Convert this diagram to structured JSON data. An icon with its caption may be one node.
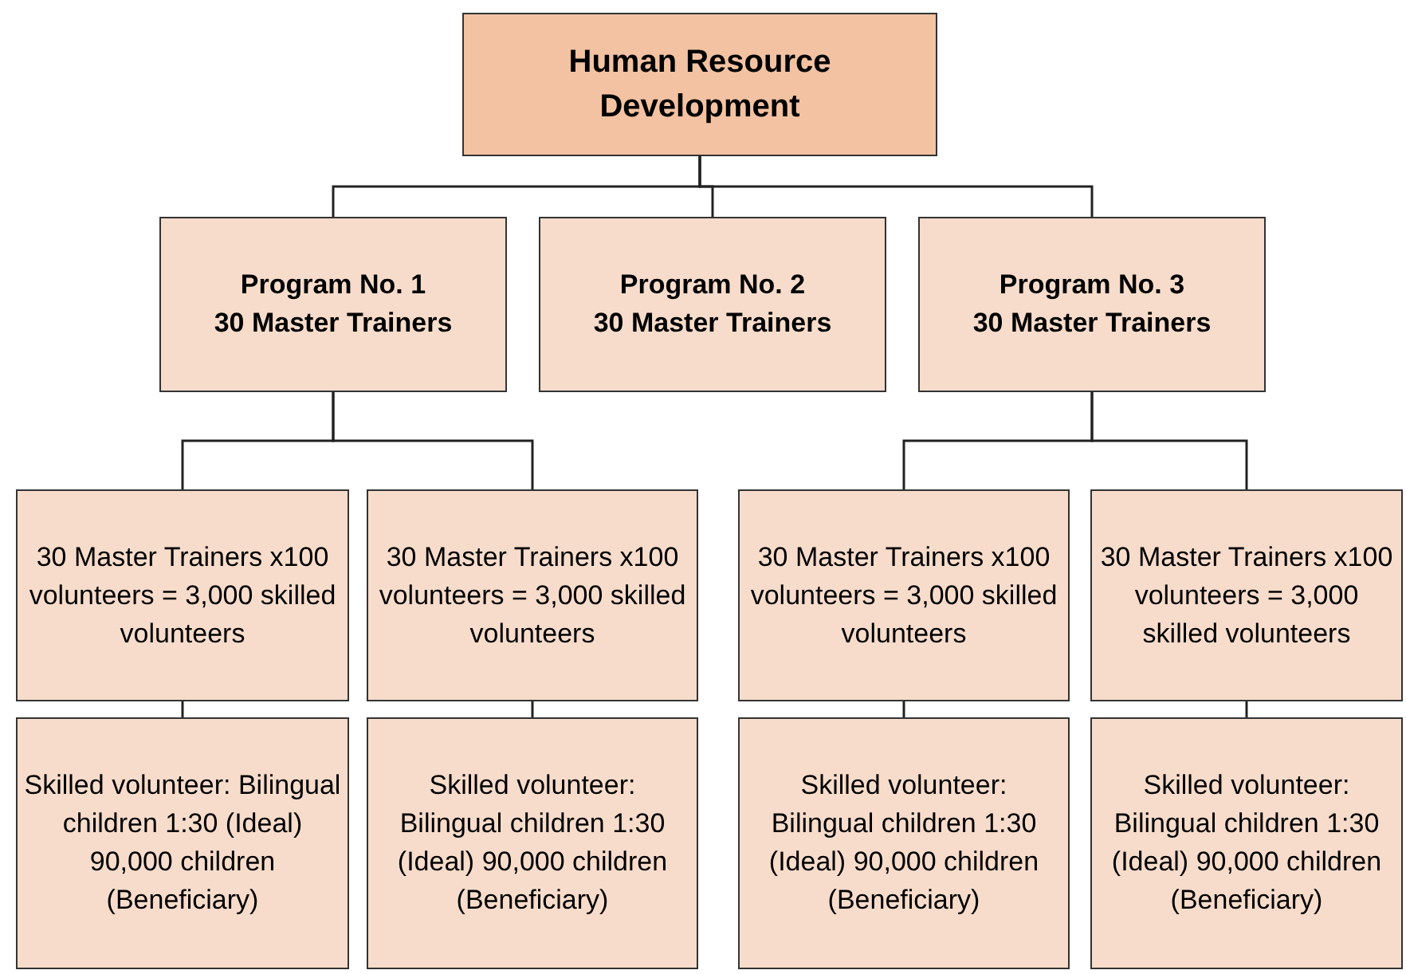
{
  "diagram": {
    "nodes": [
      {
        "text": [
          "Human Resource Development"
        ]
      },
      {
        "text": [
          "Program No. 1",
          "30 Master Trainers"
        ]
      },
      {
        "text": [
          "Program No. 2",
          "30 Master Trainers"
        ]
      },
      {
        "text": [
          "Program No. 3",
          "30 Master Trainers"
        ]
      },
      {
        "text": [
          "30 Master Trainers x100 volunteers = 3,000 skilled volunteers"
        ]
      },
      {
        "text": [
          "30 Master Trainers x100 volunteers = 3,000 skilled volunteers"
        ]
      },
      {
        "text": [
          "30 Master Trainers x100 volunteers = 3,000 skilled volunteers"
        ]
      },
      {
        "text": [
          "30 Master Trainers x100 volunteers = 3,000 skilled volunteers"
        ]
      },
      {
        "text": [
          "Skilled volunteer: Bilingual children 1:30 (Ideal) 90,000 children (Beneficiary)"
        ]
      },
      {
        "text": [
          "Skilled volunteer: Bilingual children 1:30 (Ideal) 90,000 children (Beneficiary)"
        ]
      },
      {
        "text": [
          "Skilled volunteer: Bilingual children 1:30 (Ideal) 90,000 children (Beneficiary)"
        ]
      },
      {
        "text": [
          "Skilled volunteer: Bilingual children 1:30 (Ideal) 90,000 children (Beneficiary)"
        ]
      }
    ],
    "edges": [
      {
        "from": 0,
        "to": 1,
        "arrow": "none"
      },
      {
        "from": 0,
        "to": 2,
        "arrow": "none"
      },
      {
        "from": 0,
        "to": 3,
        "arrow": "none"
      },
      {
        "from": 1,
        "to": 4,
        "arrow": "none"
      },
      {
        "from": 1,
        "to": 5,
        "arrow": "none"
      },
      {
        "from": 3,
        "to": 6,
        "arrow": "none"
      },
      {
        "from": 3,
        "to": 7,
        "arrow": "none"
      },
      {
        "from": 4,
        "to": 8,
        "arrow": "none"
      },
      {
        "from": 5,
        "to": 9,
        "arrow": "none"
      },
      {
        "from": 6,
        "to": 10,
        "arrow": "none"
      },
      {
        "from": 7,
        "to": 11,
        "arrow": "none"
      }
    ]
  }
}
